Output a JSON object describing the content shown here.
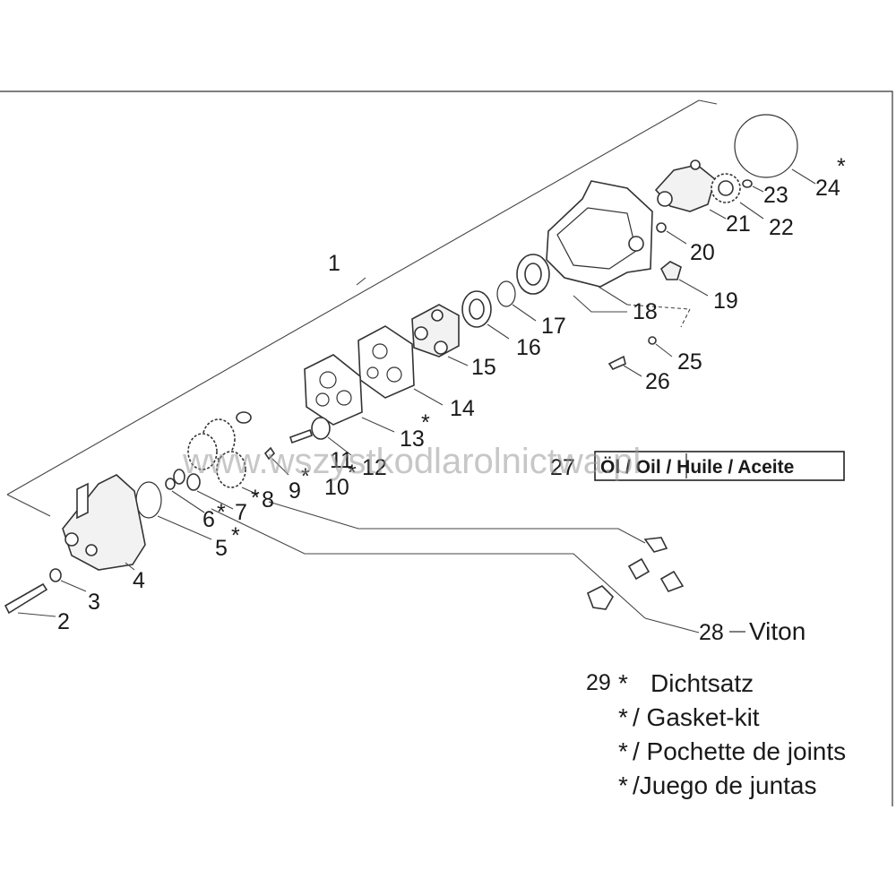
{
  "callouts": {
    "c1": "1",
    "c2": "2",
    "c3": "3",
    "c4": "4",
    "c5": "5",
    "c6": "6",
    "c7": "7",
    "c8": "8",
    "c9": "9",
    "c10": "10",
    "c11": "11",
    "c12": "12",
    "c13": "13",
    "c14": "14",
    "c15": "15",
    "c16": "16",
    "c17": "17",
    "c18": "18",
    "c19": "19",
    "c20": "20",
    "c21": "21",
    "c22": "22",
    "c23": "23",
    "c24": "24",
    "c25": "25",
    "c26": "26",
    "c27": "27",
    "c28": "28",
    "c29": "29"
  },
  "oil_box": {
    "text": "Öl / Oil / Huile / Aceite"
  },
  "viton_label": "Viton",
  "kit_legend": {
    "line1": "Dichtsatz",
    "line2": "/ Gasket-kit",
    "line3": "/ Pochette de joints",
    "line4": "/Juego de juntas"
  },
  "asterisk": "*",
  "watermark": "www.wszystkodlarolnictwa.pl"
}
